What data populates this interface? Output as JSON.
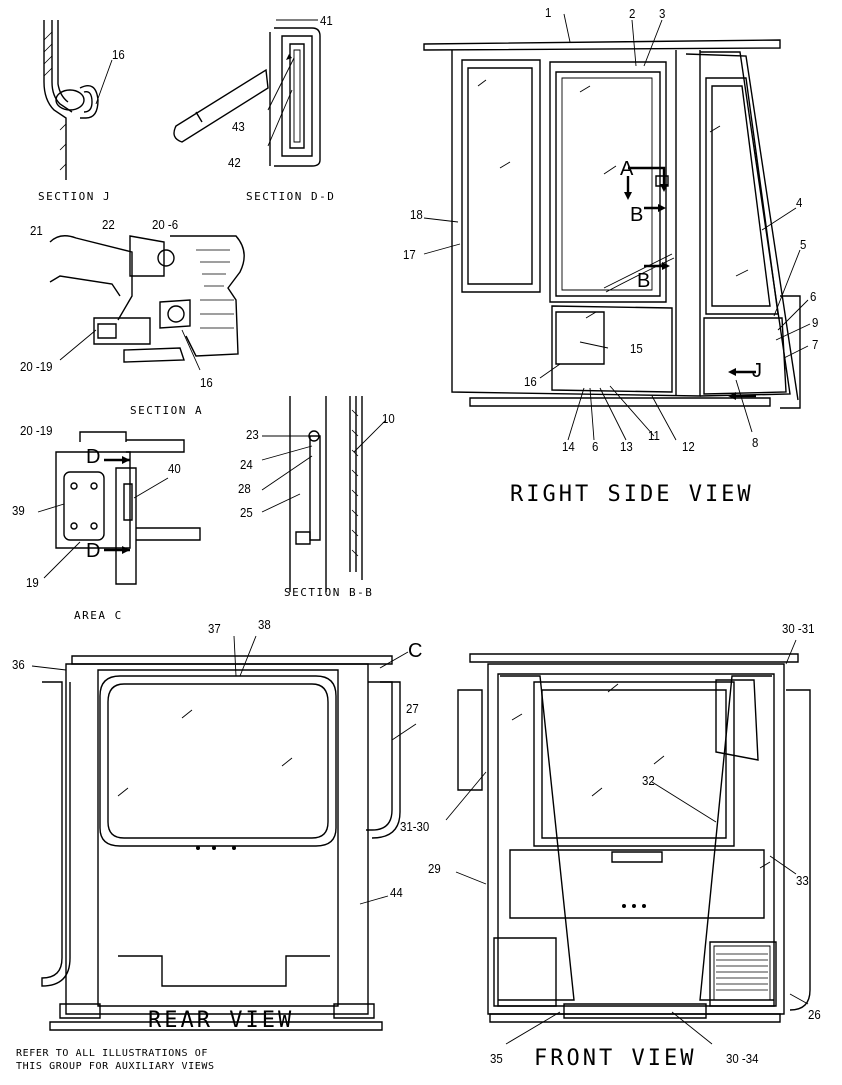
{
  "titles": {
    "section_j": "SECTION J",
    "section_dd": "SECTION D-D",
    "section_a": "SECTION A",
    "area_c": "AREA C",
    "section_bb": "SECTION B-B",
    "right_side_view": "RIGHT SIDE VIEW",
    "rear_view": "REAR VIEW",
    "front_view": "FRONT VIEW"
  },
  "note": "REFER TO ALL ILLUSTRATIONS OF\nTHIS GROUP FOR AUXILIARY VIEWS",
  "section_markers": [
    "A",
    "B",
    "B",
    "J",
    "D",
    "D",
    "C"
  ],
  "callouts": [
    "1",
    "2",
    "3",
    "4",
    "5",
    "6",
    "9",
    "7",
    "8",
    "12",
    "11",
    "13",
    "6",
    "14",
    "15",
    "16",
    "17",
    "18",
    "16",
    "41",
    "43",
    "42",
    "21",
    "22",
    "20 -6",
    "20 -19",
    "16",
    "20 -19",
    "39",
    "19",
    "40",
    "23",
    "24",
    "28",
    "25",
    "10",
    "36",
    "37",
    "38",
    "27",
    "44",
    "30 -31",
    "32",
    "31-30",
    "29",
    "33",
    "26",
    "35",
    "30 -34"
  ]
}
